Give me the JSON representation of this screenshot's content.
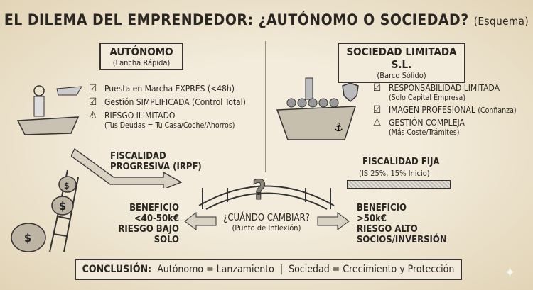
{
  "title": {
    "main": "EL DILEMA DEL EMPRENDEDOR: ¿AUTÓNOMO O SOCIEDAD?",
    "suffix": "(Esquema)"
  },
  "left": {
    "heading": "AUTÓNOMO",
    "subheading": "(Lancha Rápida)",
    "items": [
      {
        "icon": "checkbox-icon",
        "text": "Puesta en Marcha EXPRÉS (<48h)",
        "note": ""
      },
      {
        "icon": "checkbox-icon",
        "text": "Gestión SIMPLIFICADA (Control Total)",
        "note": ""
      },
      {
        "icon": "warning-icon",
        "text": "RIESGO ILIMITADO",
        "note": "(Tus Deudas = Tu Casa/Coche/Ahorros)"
      }
    ],
    "tax": "FISCALIDAD PROGRESIVA (IRPF)",
    "profile": [
      "BENEFICIO",
      "<40-50k€",
      "RIESGO BAJO",
      "SOLO"
    ]
  },
  "right": {
    "heading": "SOCIEDAD LIMITADA S.L.",
    "subheading": "(Barco Sólido)",
    "items": [
      {
        "icon": "checkbox-icon",
        "text": "RESPONSABILIDAD LIMITADA",
        "note": "(Solo Capital Empresa)"
      },
      {
        "icon": "checkbox-icon",
        "text": "IMAGEN PROFESIONAL",
        "note": "(Confianza)"
      },
      {
        "icon": "warning-icon",
        "text": "GESTIÓN COMPLEJA",
        "note": "(Más Coste/Trámites)"
      }
    ],
    "tax": "FISCALIDAD FIJA",
    "tax_note": "(IS 25%, 15% Inicio)",
    "profile": [
      "BENEFICIO",
      ">50k€",
      "RIESGO ALTO",
      "SOCIOS/INVERSIÓN"
    ]
  },
  "center": {
    "question": "¿CUÁNDO CAMBIAR?",
    "note": "(Punto de Inflexión)",
    "mark": "?"
  },
  "conclusion": {
    "label": "CONCLUSIÓN:",
    "left": "Autónomo = Lanzamiento",
    "sep": "|",
    "right": "Sociedad = Crecimiento y Protección"
  }
}
